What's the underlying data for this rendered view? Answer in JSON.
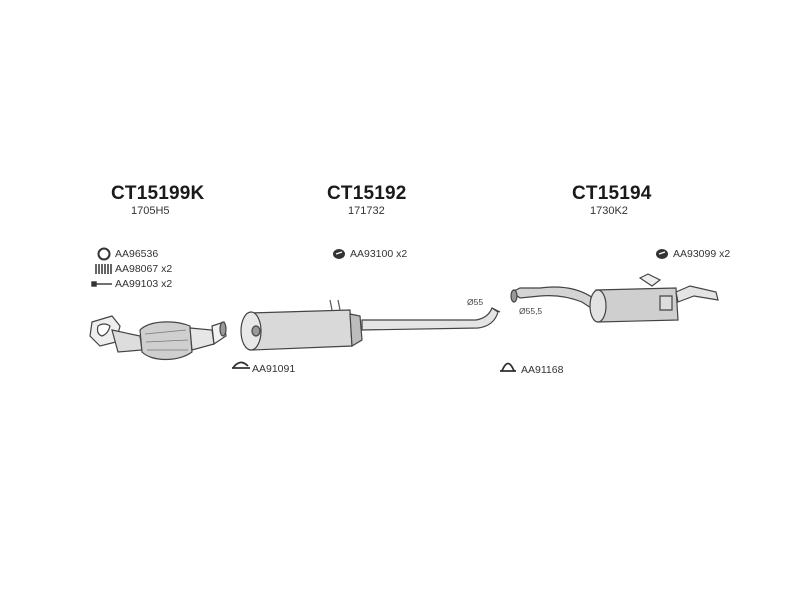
{
  "assemblies": [
    {
      "code": "CT15199K",
      "ref": "1705H5"
    },
    {
      "code": "CT15192",
      "ref": "171732"
    },
    {
      "code": "CT15194",
      "ref": "1730K2"
    }
  ],
  "parts": {
    "ring_gasket": "AA96536",
    "spring": "AA98067 x2",
    "bolt": "AA99103 x2",
    "clamp_left": "AA91091",
    "rubber_mid": "AA93100 x2",
    "clamp_right": "AA91168",
    "rubber_rear": "AA93099 x2"
  },
  "dimensions": {
    "pipe_diameter_1": "Ø55",
    "pipe_diameter_2": "Ø55,5"
  }
}
